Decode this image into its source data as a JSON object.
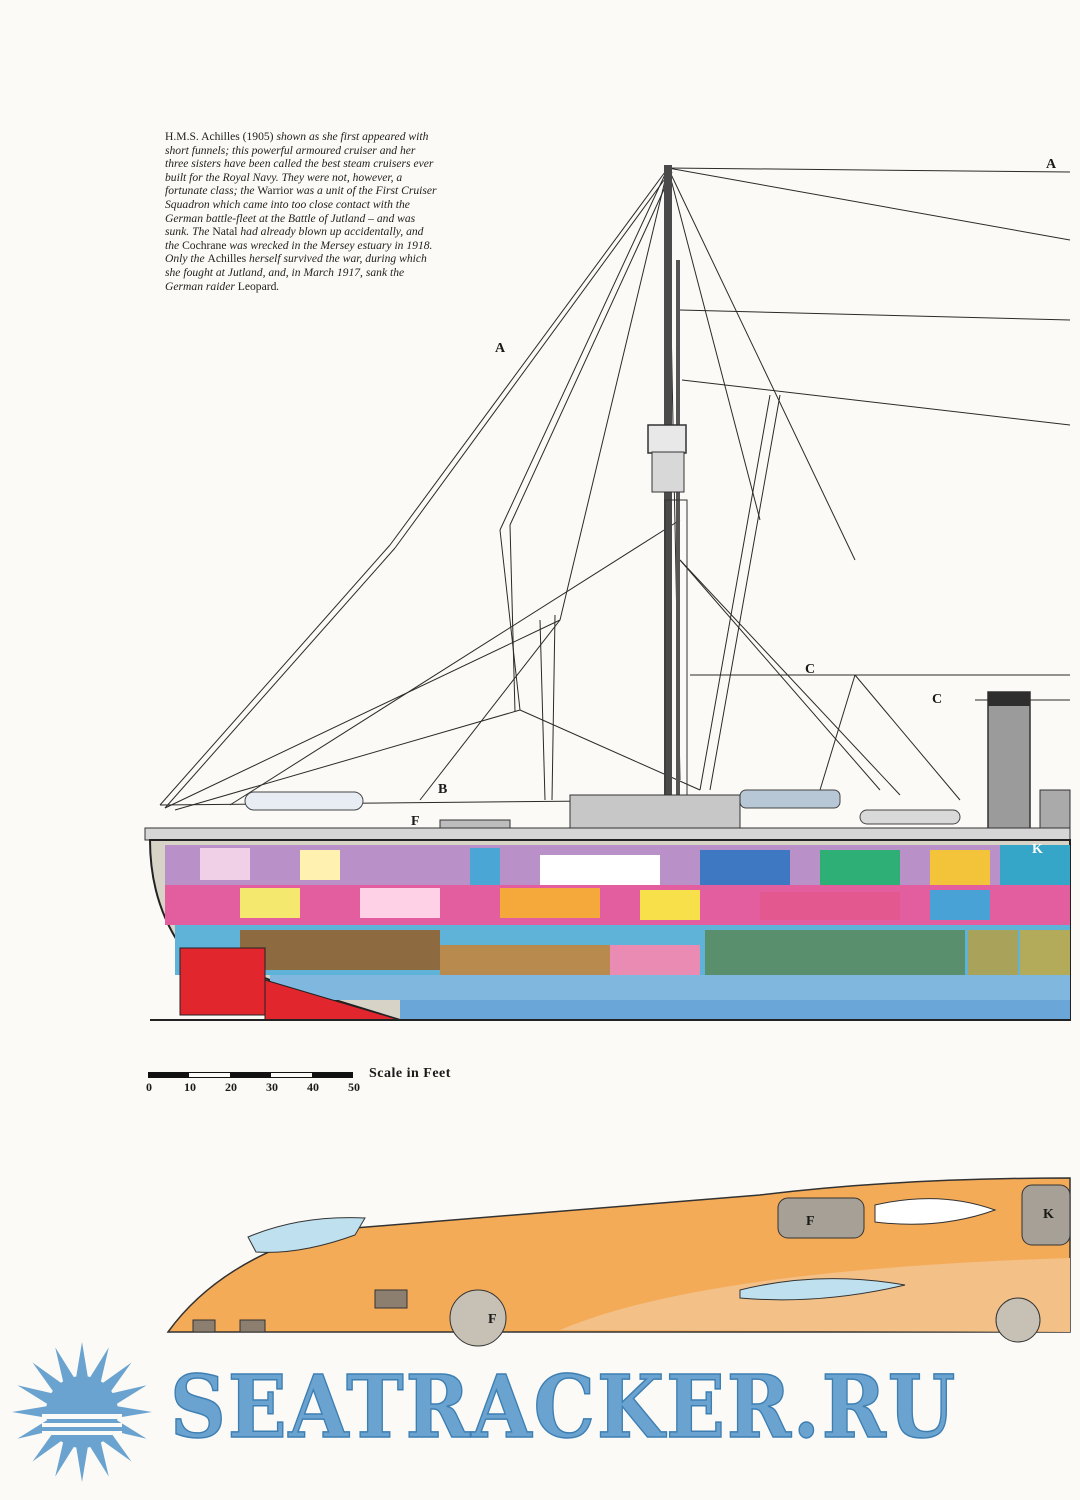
{
  "caption": [
    {
      "text": "H.M.S. ",
      "upright": true
    },
    {
      "text": "Achilles",
      "upright": true
    },
    {
      "text": " (1905) ",
      "upright": true
    },
    {
      "text": "shown as she first appeared with short funnels; this powerful armoured cruiser and her three sisters have been called the best steam cruisers ever built for the Royal Navy. They were not, however, a fortunate class; the ",
      "upright": false
    },
    {
      "text": "Warrior",
      "upright": true
    },
    {
      "text": " was a unit of the First Cruiser Squadron which came into too close contact with the German battle-fleet at the Battle of Jutland – and was sunk. ",
      "upright": false
    },
    {
      "text": "The ",
      "upright": false
    },
    {
      "text": "Natal",
      "upright": true
    },
    {
      "text": " had already blown up accidentally, and the ",
      "upright": false
    },
    {
      "text": "Cochrane",
      "upright": true
    },
    {
      "text": " was wrecked in the Mersey estuary in 1918. Only the ",
      "upright": false
    },
    {
      "text": "Achilles",
      "upright": true
    },
    {
      "text": " herself survived the war, during which she fought at Jutland, and, in March 1917, sank the German raider ",
      "upright": false
    },
    {
      "text": "Leopard",
      "upright": true
    },
    {
      "text": ".",
      "upright": false
    }
  ],
  "labels": {
    "a_top": "A",
    "a_left": "A",
    "b": "B",
    "c_left": "C",
    "c_right": "C",
    "f_top": "F",
    "k_top": "K",
    "f_plan_left": "F",
    "f_plan_right": "F",
    "k_plan": "K"
  },
  "scale": {
    "title": "Scale in Feet",
    "ticks": [
      "0",
      "10",
      "20",
      "30",
      "40",
      "50"
    ]
  },
  "watermark": {
    "text": "SEATRACKER.RU",
    "color": "#6aa3cf",
    "icon": "sun-icon"
  }
}
